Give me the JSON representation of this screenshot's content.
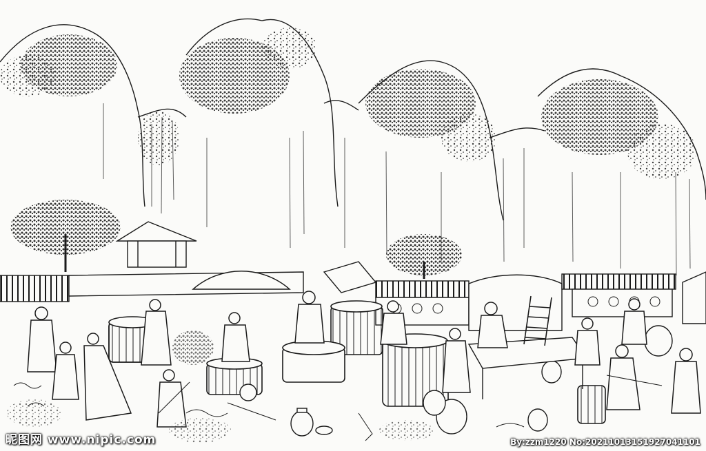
{
  "image": {
    "subject": "ink-line-drawing",
    "colors": {
      "ink": "#1a1a1a",
      "paper": "#fbfbf9"
    }
  },
  "watermark": {
    "left_text": "昵图网 www.nipic.com",
    "right_text": "By:zzm1220 No:20211013151927041101"
  }
}
